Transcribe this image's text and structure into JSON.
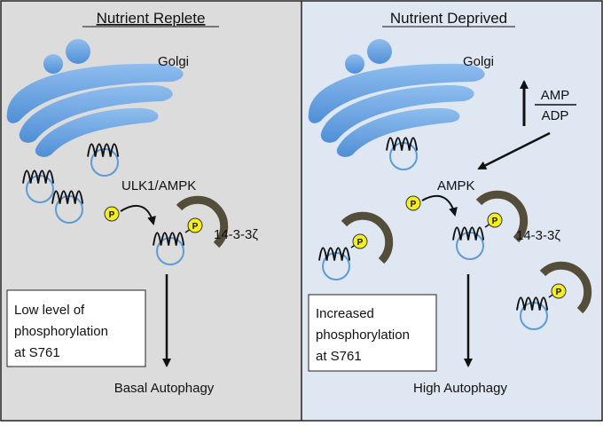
{
  "left_panel": {
    "title": "Nutrient Replete",
    "organelle_label": "Golgi",
    "kinase_label": "ULK1/AMPK",
    "phospho_symbol": "P",
    "binding_protein_label": "14-3-3ζ",
    "note_lines": [
      "Low level of",
      "phosphorylation",
      "at S761"
    ],
    "outcome_label": "Basal Autophagy",
    "background_color": "#dcdcdc"
  },
  "right_panel": {
    "title": "Nutrient Deprived",
    "organelle_label": "Golgi",
    "ratio_numerator": "AMP",
    "ratio_denominator": "ADP",
    "kinase_label": "AMPK",
    "phospho_symbol": "P",
    "binding_protein_label": "14-3-3ζ",
    "note_lines": [
      "Increased",
      "phosphorylation",
      "at S761"
    ],
    "outcome_label": "High Autophagy",
    "background_color": "#dfe8f2"
  },
  "colors": {
    "golgi": "#6fa5e0",
    "vesicle_ring": "#5d9ad6",
    "phospho_fill": "#f5ee1c",
    "protein_arc": "#544d3a",
    "panel_border": "#222222",
    "text": "#111111"
  }
}
